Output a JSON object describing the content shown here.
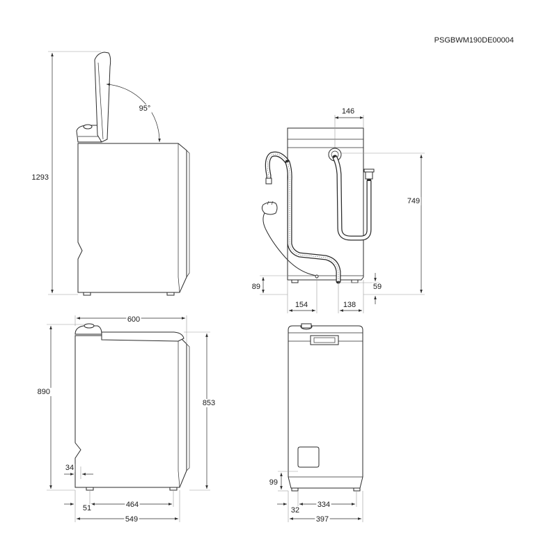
{
  "document": {
    "code": "PSGBWM190DE00004"
  },
  "dimensions": {
    "height_lid_open": "1293",
    "lid_angle": "95°",
    "hose_offset_top": "146",
    "hose_height": "749",
    "drain_height_left": "89",
    "drain_height_right": "59",
    "drain_left_offset": "154",
    "drain_right_offset": "138",
    "depth_total": "600",
    "height_total": "890",
    "height_body": "853",
    "foot_offset_left": "34",
    "foot_inset_left": "51",
    "foot_spacing_side": "464",
    "depth_base": "549",
    "foot_height_front": "99",
    "foot_inset_front": "32",
    "foot_spacing_front": "334",
    "width_total": "397"
  }
}
